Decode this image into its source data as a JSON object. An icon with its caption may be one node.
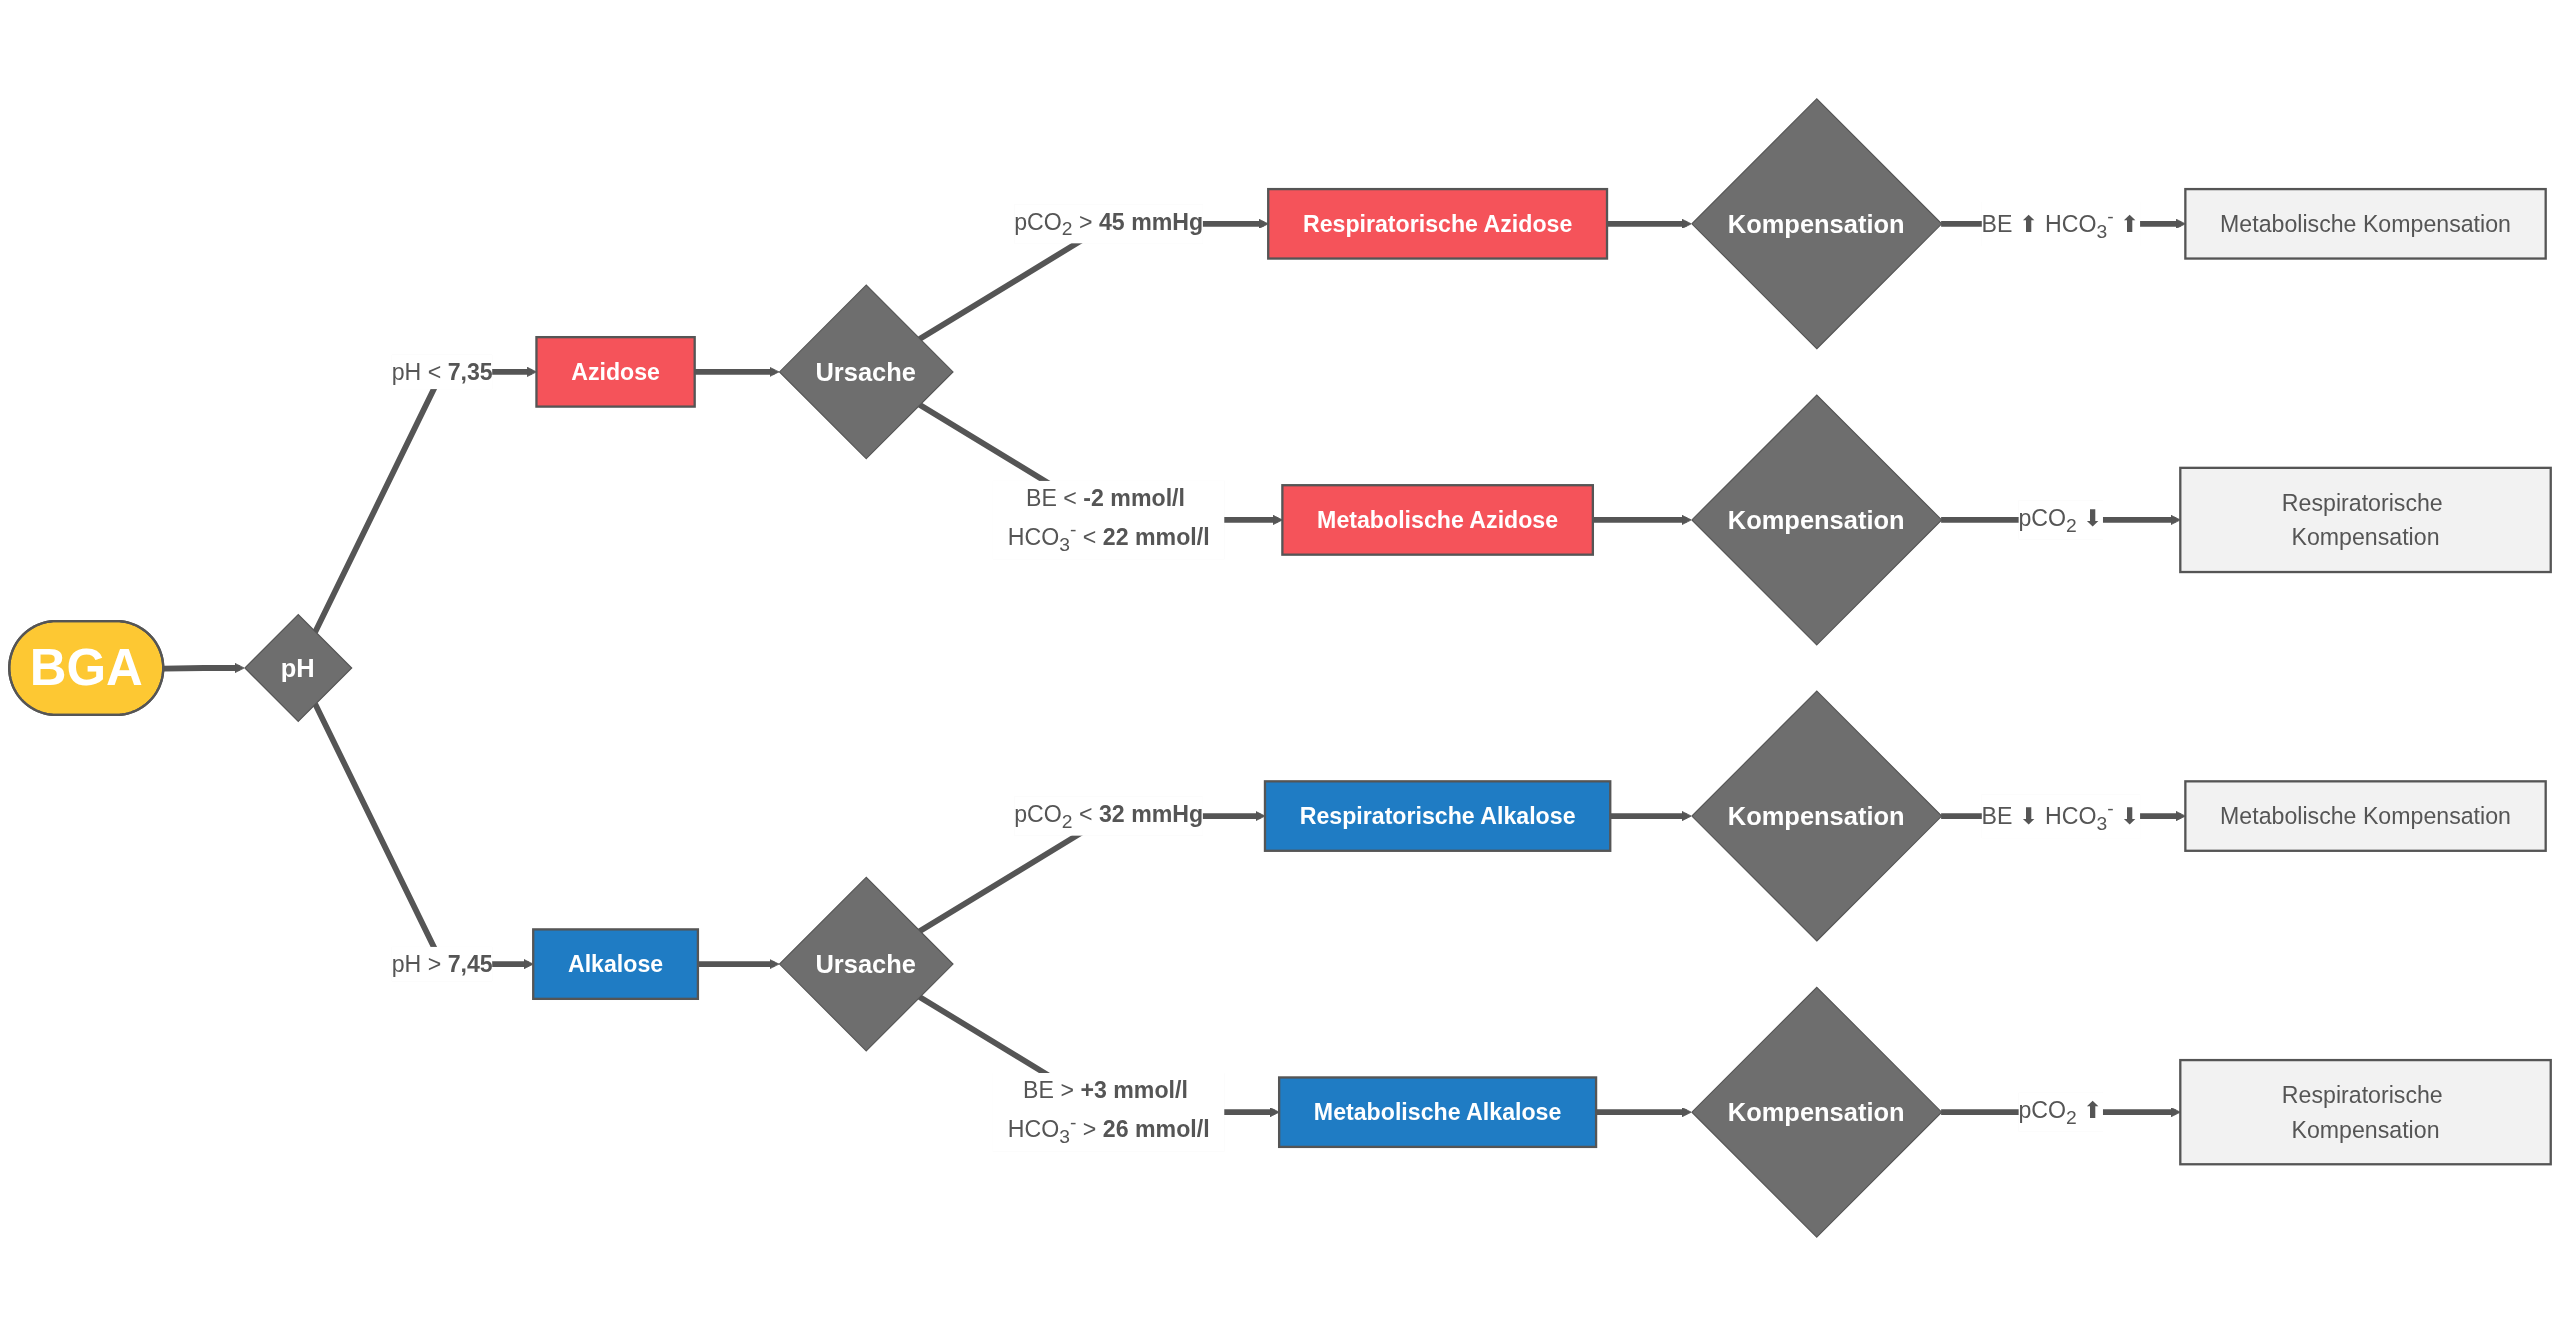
{
  "diagram": {
    "nodes": [
      {
        "text": [
          "BGA"
        ]
      },
      {
        "text": [
          "pH"
        ]
      },
      {
        "text": [
          "Azidose"
        ]
      },
      {
        "text": [
          "Alkalose"
        ]
      },
      {
        "text": [
          "Ursache"
        ]
      },
      {
        "text": [
          "Ursache"
        ]
      },
      {
        "text": [
          "Respiratorische Azidose"
        ]
      },
      {
        "text": [
          "Metabolische Azidose"
        ]
      },
      {
        "text": [
          "Respiratorische Alkalose"
        ]
      },
      {
        "text": [
          "Metabolische Alkalose"
        ]
      },
      {
        "text": [
          "Kompensation"
        ]
      },
      {
        "text": [
          "Kompensation"
        ]
      },
      {
        "text": [
          "Kompensation"
        ]
      },
      {
        "text": [
          "Kompensation"
        ]
      },
      {
        "text": [
          "Metabolische Kompensation"
        ]
      },
      {
        "text": [
          "Respiratorische Kompensation"
        ]
      },
      {
        "text": [
          "Metabolische Kompensation"
        ]
      },
      {
        "text": [
          "Respiratorische Kompensation"
        ]
      }
    ],
    "edges": [
      {
        "from": 0,
        "to": 1,
        "arrow": "to"
      },
      {
        "from": 1,
        "to": 2,
        "arrow": "to",
        "label": "pH < **7,35**"
      },
      {
        "from": 1,
        "to": 3,
        "arrow": "to",
        "label": "pH > **7,45**"
      },
      {
        "from": 2,
        "to": 4,
        "arrow": "to"
      },
      {
        "from": 3,
        "to": 5,
        "arrow": "to"
      },
      {
        "from": 4,
        "to": 6,
        "arrow": "to",
        "label": "pCO$_{2}$ > **45 mmHg**"
      },
      {
        "from": 4,
        "to": 7,
        "arrow": "to",
        "label": "BE < **-2 mmol/l** HCO$_{3}$$^{-}$ < **22 mmol/l**"
      },
      {
        "from": 5,
        "to": 8,
        "arrow": "to",
        "label": "pCO$_{2}$ < **32 mmHg**"
      },
      {
        "from": 5,
        "to": 9,
        "arrow": "to",
        "label": "BE > **+3 mmol/l** HCO$_{3}$$^{-}$ > **26 mmol/l**"
      },
      {
        "from": 6,
        "to": 10,
        "arrow": "to"
      },
      {
        "from": 7,
        "to": 11,
        "arrow": "to"
      },
      {
        "from": 8,
        "to": 12,
        "arrow": "to"
      },
      {
        "from": 9,
        "to": 13,
        "arrow": "to"
      },
      {
        "from": 10,
        "to": 14,
        "arrow": "to",
        "label": "BE ⬆ HCO$_{3}$$^{-}$ ⬆"
      },
      {
        "from": 11,
        "to": 15,
        "arrow": "to",
        "label": "pCO$_{2}$ ⬇"
      },
      {
        "from": 12,
        "to": 16,
        "arrow": "to",
        "label": "BE ⬇ HCO$_{3}$$^{-}$ ⬇"
      },
      {
        "from": 13,
        "to": 17,
        "arrow": "to",
        "label": "pCO$_{2}$ ⬆"
      }
    ]
  }
}
